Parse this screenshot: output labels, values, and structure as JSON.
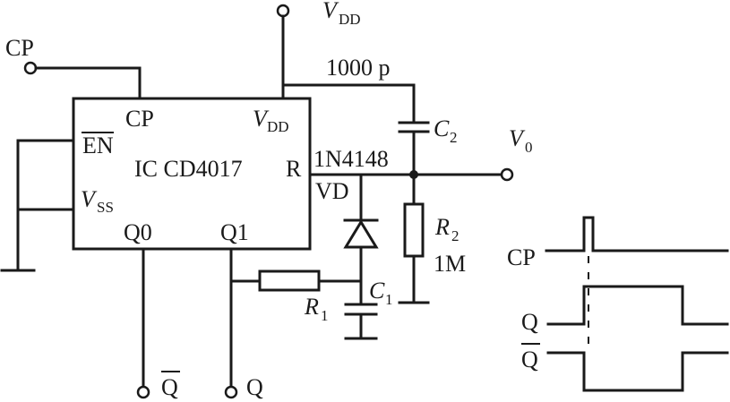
{
  "labels": {
    "vdd_top": "V",
    "vdd_top_sub": "DD",
    "cp_in": "CP",
    "c2_value": "1000 p",
    "c2_name": "C",
    "c2_sub": "2",
    "vo": "V",
    "vo_sub": "0",
    "diode_part": "1N4148",
    "diode_name": "VD",
    "r2_name": "R",
    "r2_sub": "2",
    "r2_value": "1M",
    "c1_name": "C",
    "c1_sub": "1",
    "r1_name": "R",
    "r1_sub": "1",
    "out_qbar": "Q",
    "out_q": "Q"
  },
  "ic": {
    "pin_cp": "CP",
    "pin_vdd": "V",
    "pin_vdd_sub": "DD",
    "pin_en": "EN",
    "title": "IC  CD4017",
    "pin_r": "R",
    "pin_vss": "V",
    "pin_vss_sub": "SS",
    "pin_q0": "Q0",
    "pin_q1": "Q1"
  },
  "timing": {
    "cp": "CP",
    "q": "Q",
    "qbar": "Q"
  }
}
